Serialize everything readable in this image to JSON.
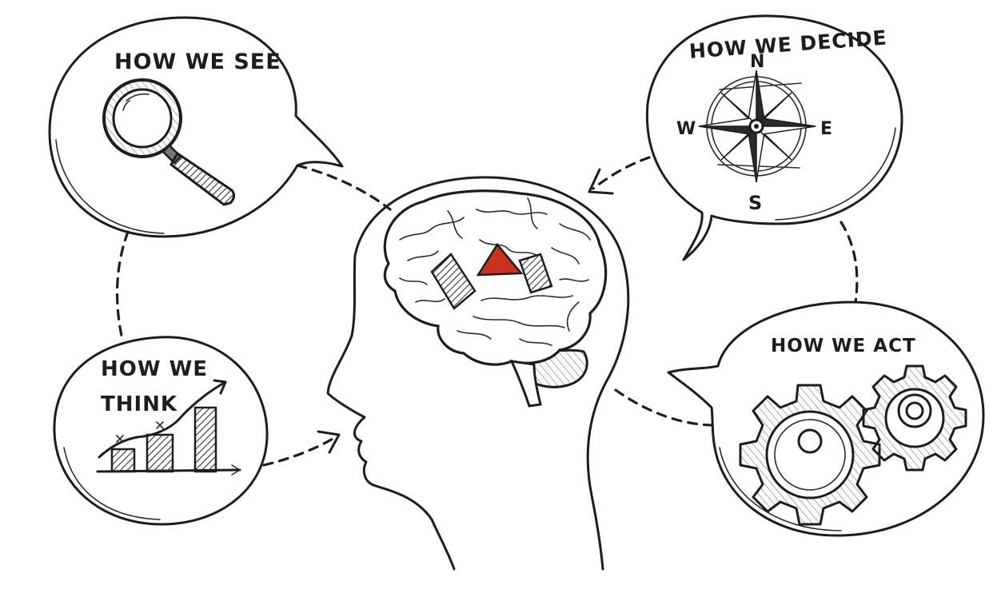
{
  "bubbles": {
    "see": {
      "title": "HOW WE SEE"
    },
    "decide": {
      "title": "HOW WE DECIDE"
    },
    "think": {
      "title_line1": "HOW WE",
      "title_line2": "THINK"
    },
    "act": {
      "title": "HOW WE ACT"
    }
  },
  "compass": {
    "north": "N",
    "south": "S",
    "east": "E",
    "west": "W"
  },
  "icons": {
    "see": "magnifying-glass-icon",
    "decide": "compass-rose-icon",
    "think": "rising-bar-chart-icon",
    "act": "gears-icon",
    "center": "head-with-brain-icon"
  },
  "colors": {
    "ink": "#1d1d1d",
    "accent_triangle": "#c8321f",
    "shading": "#555555"
  }
}
